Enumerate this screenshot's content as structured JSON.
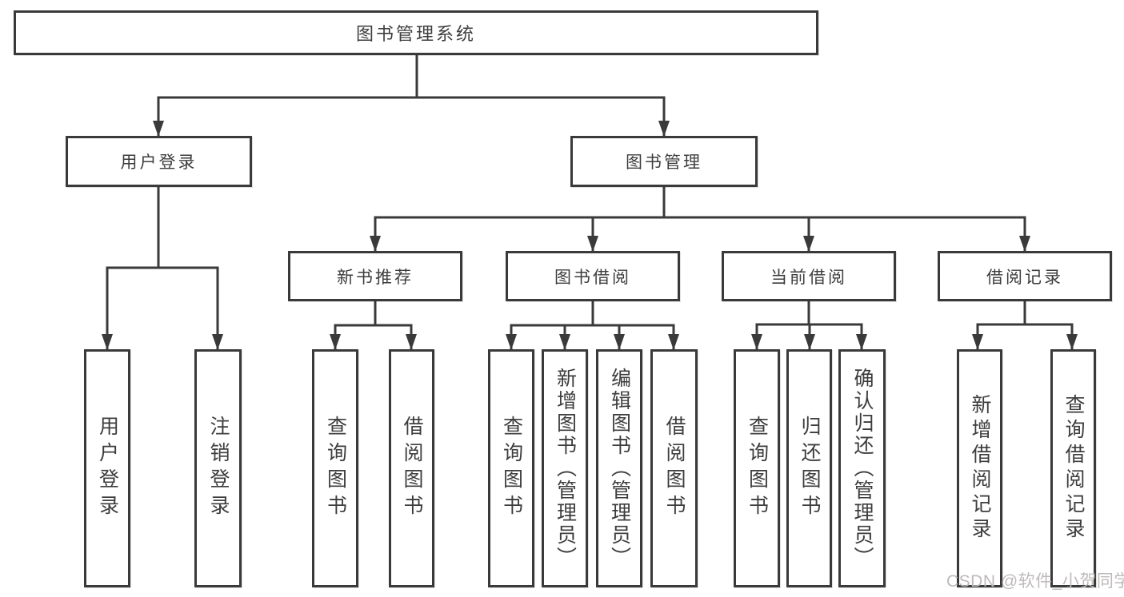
{
  "colors": {
    "line": "#3a3a3a",
    "box_border": "#3a3a3a",
    "box_fill": "#ffffff",
    "text": "#3d3d3d",
    "watermark": "#bfbaba"
  },
  "watermark": {
    "text": "CSDN @软件_小贺同学"
  },
  "tree": {
    "root": {
      "label": "图书管理系统"
    },
    "children": [
      {
        "label": "用户登录",
        "children": [
          {
            "label": "用户登录"
          },
          {
            "label": "注销登录"
          }
        ]
      },
      {
        "label": "图书管理",
        "children": [
          {
            "label": "新书推荐",
            "children": [
              {
                "label": "查询图书"
              },
              {
                "label": "借阅图书"
              }
            ]
          },
          {
            "label": "图书借阅",
            "children": [
              {
                "label": "查询图书"
              },
              {
                "label": "新增图书（管理员）"
              },
              {
                "label": "编辑图书（管理员）"
              },
              {
                "label": "借阅图书"
              }
            ]
          },
          {
            "label": "当前借阅",
            "children": [
              {
                "label": "查询图书"
              },
              {
                "label": "归还图书"
              },
              {
                "label": "确认归还（管理员）"
              }
            ]
          },
          {
            "label": "借阅记录",
            "children": [
              {
                "label": "新增借阅记录"
              },
              {
                "label": "查询借阅记录"
              }
            ]
          }
        ]
      }
    ]
  }
}
